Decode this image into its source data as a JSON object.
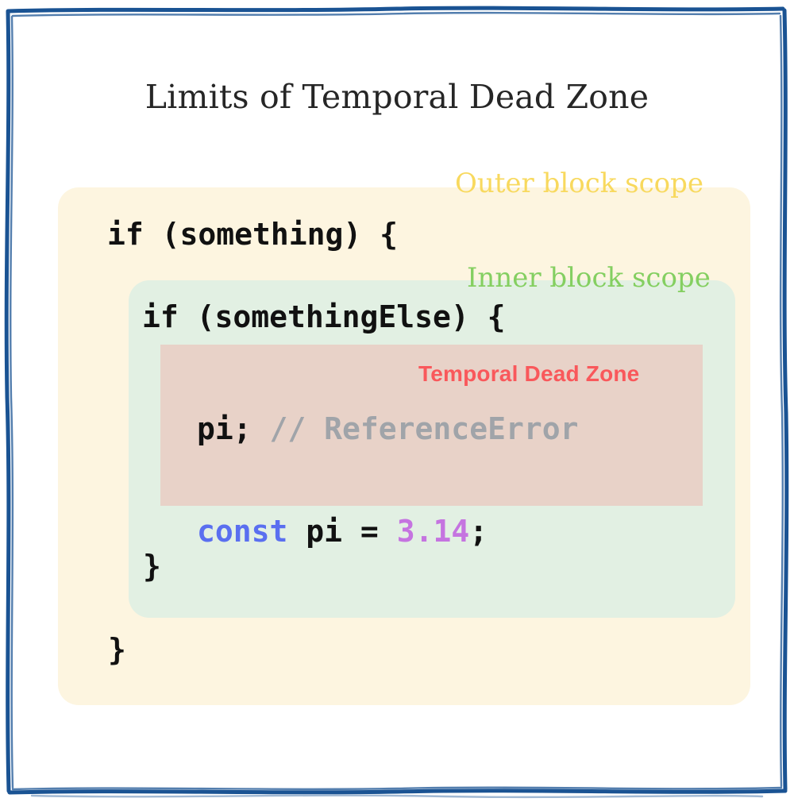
{
  "page": {
    "title": "Limits of Temporal Dead Zone",
    "background_color": "#FFFFFF",
    "frame_color": "#1A5393"
  },
  "outer_scope": {
    "label": "Outer block scope",
    "label_color": "#F8D95E",
    "background_color": "#FDF5E0",
    "code_open": "if (something) {",
    "code_close": "}"
  },
  "inner_scope": {
    "label": "Inner block scope",
    "label_color": "#84CF61",
    "background_color": "#E2F0E3",
    "code_open": "if (somethingElse) {",
    "code_close": "}"
  },
  "tdz_zone": {
    "label": "Temporal Dead Zone",
    "label_color": "#F9585B",
    "background_color": "#E8D2C8",
    "code": {
      "statement": "pi;",
      "spacer": " ",
      "comment": "// ReferenceError",
      "comment_color": "#A0A4A9"
    }
  },
  "declaration": {
    "keyword": "const",
    "keyword_color": "#5A6FF0",
    "spacer_1": " ",
    "identifier": "pi",
    "operator": " = ",
    "value": "3.14",
    "value_color": "#C574E0",
    "terminator": ";"
  }
}
